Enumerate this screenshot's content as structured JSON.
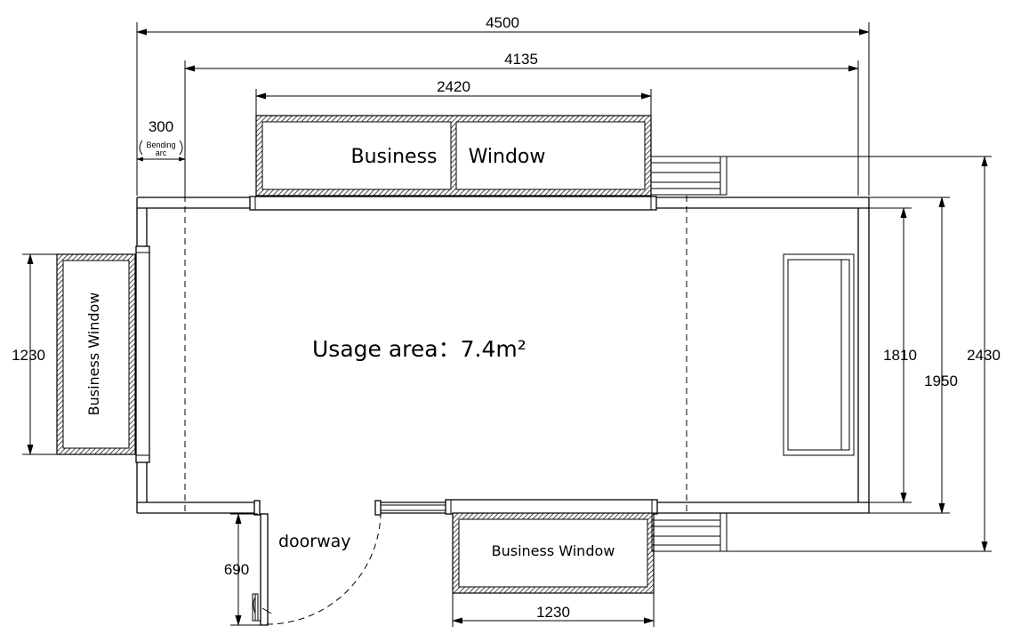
{
  "dimensions": {
    "overall_width": "4500",
    "inner_width": "4135",
    "top_window_width": "2420",
    "bend_offset": "300",
    "bend_note_line1": "Bending",
    "bend_note_line2": "arc",
    "left_window_height": "1230",
    "door_width": "690",
    "bottom_window_width": "1230",
    "inner_height": "1810",
    "wall_height": "1950",
    "overall_height": "2430"
  },
  "labels": {
    "top_window_left": "Business",
    "top_window_right": "Window",
    "left_window": "Business Window",
    "bottom_window": "Business Window",
    "usage_area": "Usage area：7.4m²",
    "doorway": "doorway"
  }
}
